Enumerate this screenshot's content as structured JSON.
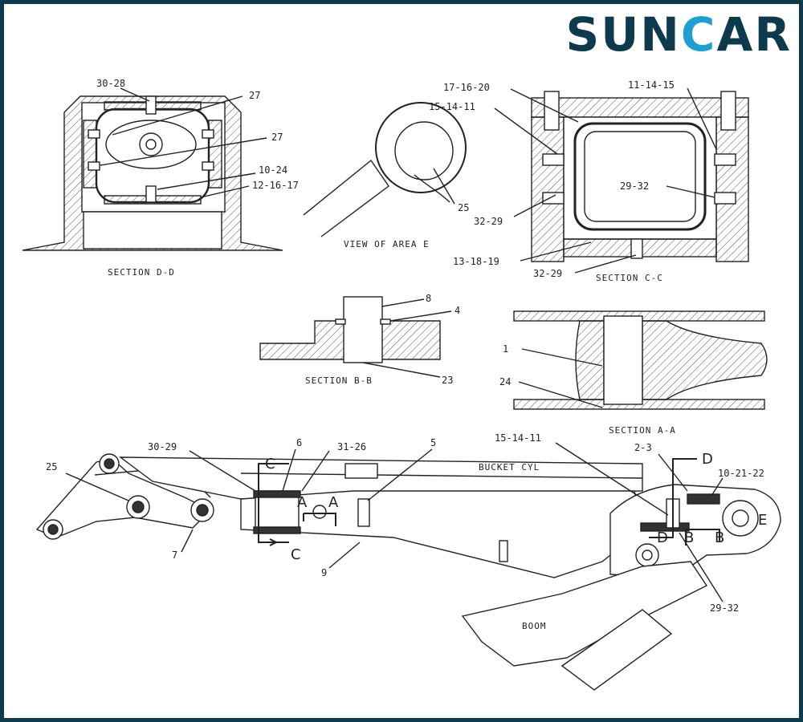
{
  "brand": {
    "part1": "SUN",
    "accent": "C",
    "part2": "AR",
    "color": "#0d3b4e",
    "accent_color": "#1f9ed4"
  },
  "border_color": "#0d3b4e",
  "captions": {
    "section_dd": "SECTION D-D",
    "view_area_e": "VIEW OF AREA E",
    "section_cc": "SECTION C-C",
    "section_bb": "SECTION B-B",
    "section_aa": "SECTION A-A",
    "bucket_cyl": "BUCKET CYL",
    "boom": "BOOM"
  },
  "callouts": {
    "dd_30_28": "30-28",
    "dd_27a": "27",
    "dd_27b": "27",
    "dd_10_24": "10-24",
    "dd_12_16_17": "12-16-17",
    "e_25": "25",
    "cc_17_16_20": "17-16-20",
    "cc_11_14_15": "11-14-15",
    "cc_15_14_11": "15-14-11",
    "cc_29_32": "29-32",
    "cc_32_29a": "32-29",
    "cc_13_18_19": "13-18-19",
    "cc_32_29b": "32-29",
    "bb_8": "8",
    "bb_4": "4",
    "bb_23": "23",
    "aa_1": "1",
    "aa_24": "24",
    "m_25": "25",
    "m_30_29": "30-29",
    "m_6": "6",
    "m_31_26": "31-26",
    "m_5": "5",
    "m_15_14_11": "15-14-11",
    "m_2_3": "2-3",
    "m_10_21_22": "10-21-22",
    "m_7": "7",
    "m_9": "9",
    "m_29_32": "29-32"
  },
  "section_markers": {
    "c_top": "C",
    "c_bottom": "C",
    "a_left": "A",
    "a_right": "A",
    "d_top": "D",
    "d_bottom": "D",
    "b_left": "B",
    "b_right": "B",
    "e": "E"
  }
}
